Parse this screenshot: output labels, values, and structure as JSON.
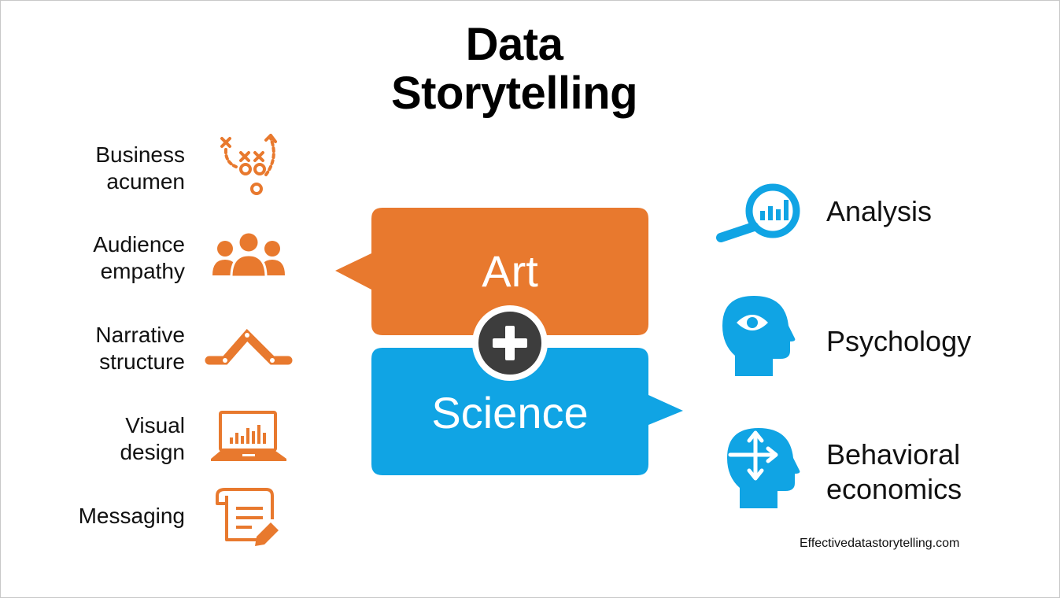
{
  "title": {
    "line1": "Data",
    "line2": "Storytelling"
  },
  "art": {
    "label": "Art",
    "color": "#E8792E",
    "items": [
      {
        "line1": "Business",
        "line2": "acumen",
        "icon": "playbook-icon"
      },
      {
        "line1": "Audience",
        "line2": "empathy",
        "icon": "audience-icon"
      },
      {
        "line1": "Narrative",
        "line2": "structure",
        "icon": "narrative-arc-icon"
      },
      {
        "line1": "Visual",
        "line2": "design",
        "icon": "laptop-chart-icon"
      },
      {
        "line1": "Messaging",
        "line2": "",
        "icon": "scroll-pen-icon"
      }
    ]
  },
  "science": {
    "label": "Science",
    "color": "#10A4E4",
    "items": [
      {
        "line1": "Analysis",
        "line2": "",
        "icon": "magnifier-chart-icon"
      },
      {
        "line1": "Psychology",
        "line2": "",
        "icon": "head-eye-icon"
      },
      {
        "line1": "Behavioral",
        "line2": "economics",
        "icon": "head-arrows-icon"
      }
    ]
  },
  "plus_color": "#3D3D3D",
  "footer": "Effectivedatastorytelling.com"
}
